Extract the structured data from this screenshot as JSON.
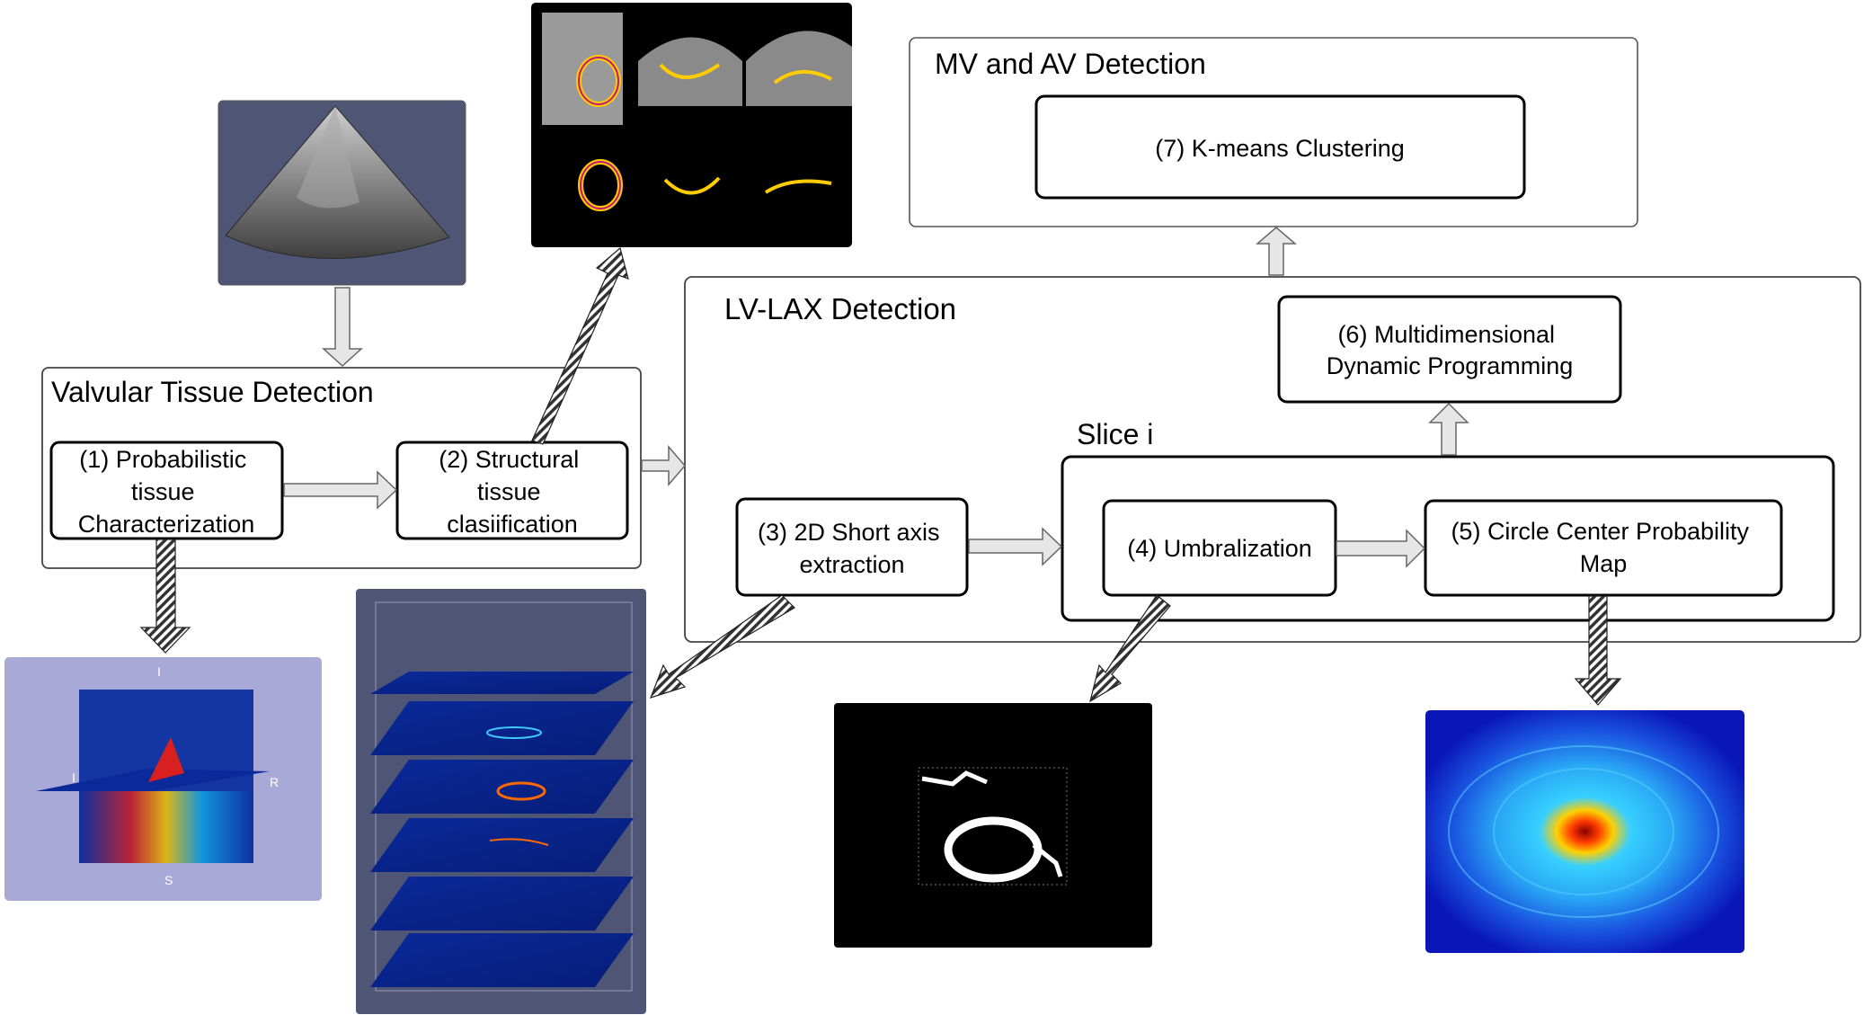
{
  "groups": {
    "valvular": "Valvular Tissue Detection",
    "lvlax": "LV-LAX Detection",
    "mvav": "MV and AV Detection",
    "slice": "Slice i"
  },
  "steps": {
    "s1": [
      "(1) Probabilistic",
      "tissue",
      "Characterization"
    ],
    "s2": [
      "(2) Structural",
      "tissue",
      "clasiification"
    ],
    "s3": [
      "(3) 2D Short axis",
      "extraction"
    ],
    "s4": [
      "(4) Umbralization"
    ],
    "s5": [
      "(5) Circle Center Probability",
      "Map"
    ],
    "s6": [
      "(6) Multidimensional",
      "Dynamic Programming"
    ],
    "s7": [
      "(7) K-means Clustering"
    ]
  },
  "orientation_labels": {
    "top": "I",
    "left": "I",
    "right": "R",
    "bottom": "S"
  },
  "colors": {
    "box_stroke": "#222222",
    "group_stroke": "#444444",
    "arrow_fill": "#e6e6e6",
    "hatch": "#333333",
    "panel_slate": "#4e5575",
    "panel_lavender": "#a9a9d8",
    "panel_black": "#000000"
  }
}
